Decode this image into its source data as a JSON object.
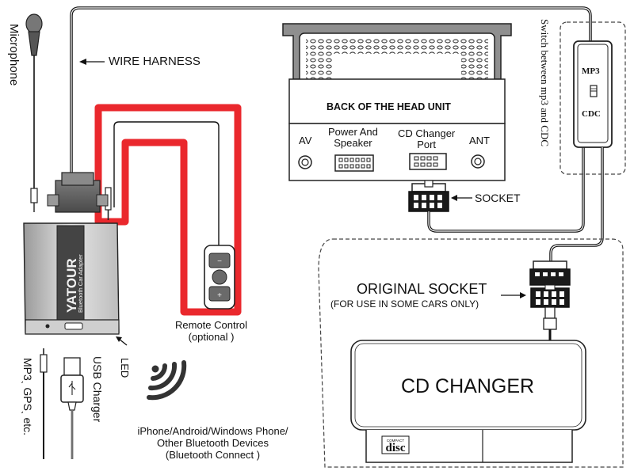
{
  "labels": {
    "microphone": "Microphone",
    "wire_harness": "WIRE HARNESS",
    "back_of_head_unit": "BACK OF THE HEAD UNIT",
    "av": "AV",
    "power_and_speaker": "Power And\nSpeaker",
    "cd_changer_port": "CD Changer\nPort",
    "ant": "ANT",
    "socket": "SOCKET",
    "switch_note": "Switch between mp3 and CDC",
    "switch_mp3": "MP3",
    "switch_cdc": "CDC",
    "original_socket": "ORIGINAL SOCKET",
    "original_socket_note": "(FOR USE IN SOME CARS ONLY)",
    "remote_control": "Remote Control\n(optional )",
    "led": "LED",
    "usb_charger": "USB Charger",
    "mp3_gps": "MP3ˎ GPSˎ etc.",
    "bt_devices": "iPhone/Android/Windows Phone/\nOther Bluetooth Devices\n(Bluetooth Connect )",
    "cd_changer": "CD CHANGER",
    "compact_disc": "disc",
    "compact_small": "COMPACT",
    "brand": "YATOUR",
    "brand_sub": "Bluetooth Car Adapter"
  },
  "colors": {
    "line": "#111111",
    "highlight": "#e8161b",
    "device_light": "#d7d7d7",
    "device_dark": "#8a8a8a"
  }
}
